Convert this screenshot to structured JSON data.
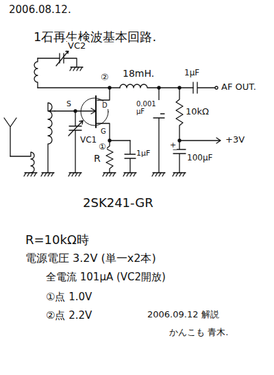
{
  "diagram": {
    "title": "1石再生検波基本回路.",
    "labels": [
      "2006.08.12.",
      "VC2",
      "②",
      "18mH.",
      "1μF",
      "AF OUT.",
      "D",
      "S",
      "G",
      "0.001 μF",
      "10kΩ",
      "+3V",
      "+",
      "100μF",
      "VC1",
      "①",
      "R",
      "1μF",
      "2SK241-GR",
      "R=10kΩ時",
      "電源電圧 3.2V (単一x2本)",
      "全電流 101μA (VC2開放)",
      "①点 1.0V",
      "②点 2.2V",
      "2006.09.12 解説",
      "かんこも 青木."
    ]
  }
}
